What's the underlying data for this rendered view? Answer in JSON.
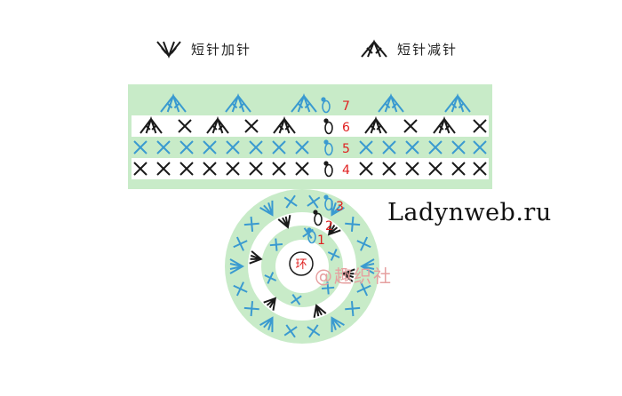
{
  "legend": {
    "increase": {
      "icon": "increase-stitch-icon",
      "label": "短针加针"
    },
    "decrease": {
      "icon": "decrease-stitch-icon",
      "label": "短针减针"
    }
  },
  "rows": [
    {
      "number": "7",
      "pattern": "decrease"
    },
    {
      "number": "6",
      "pattern": "alternate"
    },
    {
      "number": "5",
      "pattern": "single"
    },
    {
      "number": "4",
      "pattern": "single"
    }
  ],
  "rounds": [
    {
      "number": "3"
    },
    {
      "number": "2"
    },
    {
      "number": "1"
    }
  ],
  "center": {
    "label": "环"
  },
  "watermark": {
    "site": "Ladynweb.ru",
    "brand": "@趣织社"
  },
  "colors": {
    "band_green": "#c8ebc8",
    "stitch_blue": "#3a9ad0",
    "stitch_black": "#1a1a1a",
    "number_red": "#e02020"
  }
}
